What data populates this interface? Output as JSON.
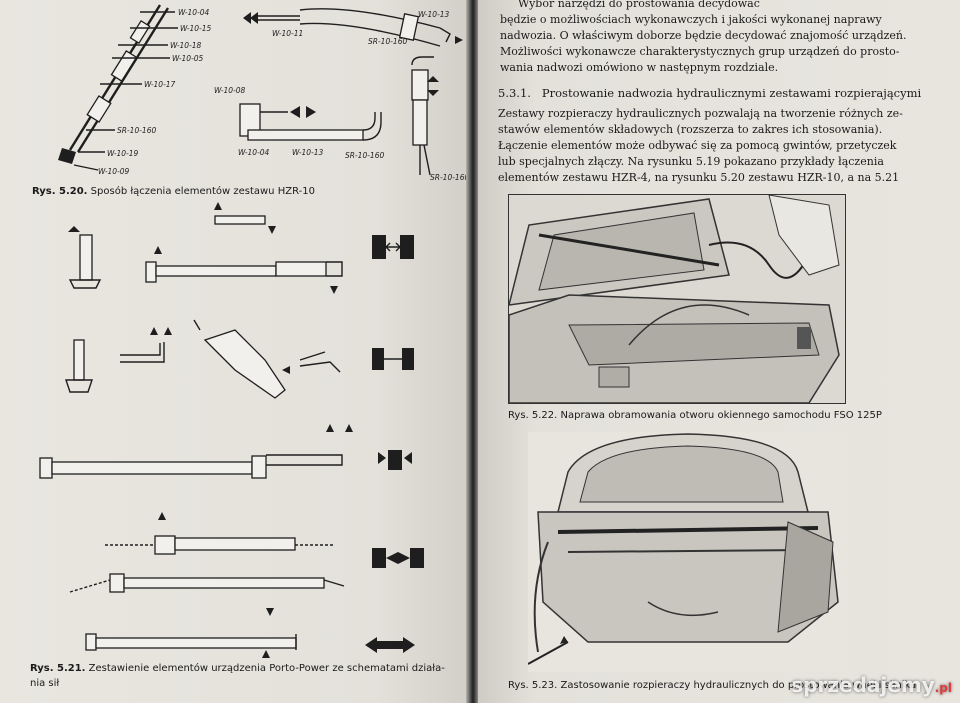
{
  "left_page": {
    "fig_520": {
      "labels": [
        "W-10-04",
        "W-10-15",
        "W-10-18",
        "W-10-05",
        "W-10-17",
        "SR-10-160",
        "W-10-19",
        "W-10-09",
        "W-10-11",
        "SR-10-160",
        "W-10-13",
        "SR-10-160",
        "W-10-08",
        "W-10-04",
        "W-10-13",
        "SR-10-160"
      ],
      "caption_prefix": "Rys. 5.20.",
      "caption_text": "Sposób łączenia elementów zestawu HZR-10"
    },
    "fig_521": {
      "caption_prefix": "Rys. 5.21.",
      "caption_line1": "Zestawienie elementów urządzenia Porto-Power ze schematami działa-",
      "caption_line2": "nia sił"
    }
  },
  "right_page": {
    "intro_lines": [
      "Wybór narzędzi do prostowania decydować",
      "będzie o możliwościach wykonawczych i jakości wykonanej naprawy",
      "nadwozia. O właściwym doborze będzie decydować znajomość urządzeń.",
      "Możliwości wykonawcze charakterystycznych grup urządzeń do prosto-",
      "wania nadwozi omówiono w następnym rozdziale."
    ],
    "section_number": "5.3.1.",
    "section_title": "Prostowanie nadwozia hydraulicznymi zestawami rozpierającymi",
    "body_lines": [
      "Zestawy rozpieraczy hydraulicznych pozwalają na tworzenie różnych ze-",
      "stawów elementów składowych (rozszerza to zakres ich stosowania).",
      "Łączenie elementów może odbywać się za pomocą gwintów, przetyczek",
      "lub specjalnych złączy. Na rysunku 5.19 pokazano przykłady łączenia",
      "elementów zestawu HZR-4, na rysunku 5.20 zestawu HZR-10, a na 5.21"
    ],
    "fig_522_caption": "Rys. 5.22. Naprawa obramowania otworu okiennego samochodu FSO 125P",
    "fig_523_caption": "Rys. 5.23. Zastosowanie rozpieraczy hydraulicznych do prostowania wnęki silnika"
  },
  "watermark": {
    "text": "sprzedajemy",
    "suffix": ".pl"
  }
}
